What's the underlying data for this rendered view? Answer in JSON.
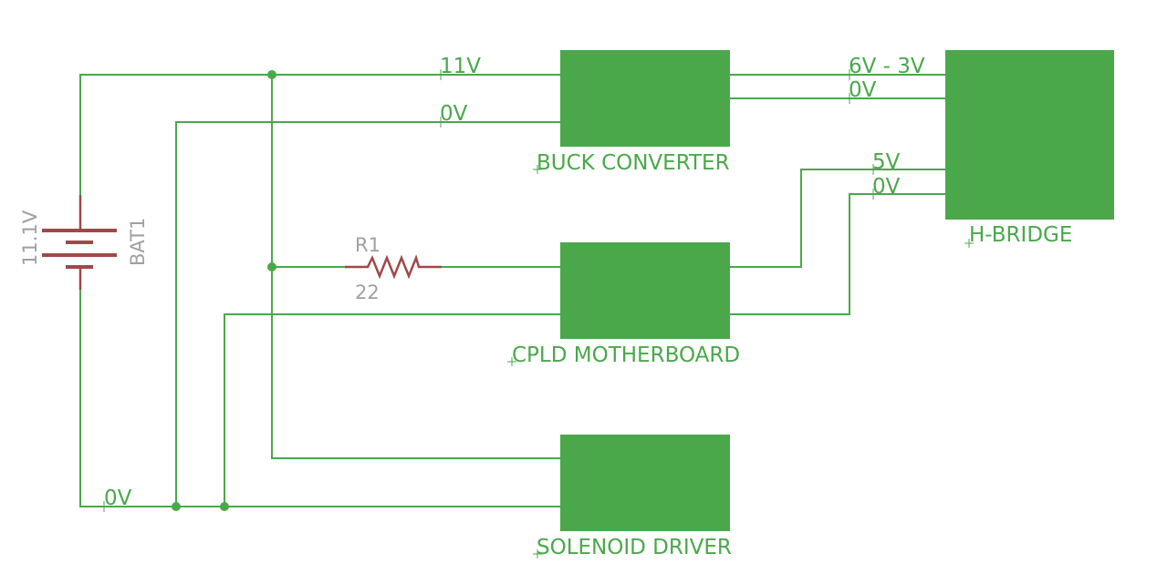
{
  "diagram": {
    "type": "electrical-schematic",
    "colors": {
      "wire": "#4aa84a",
      "block": "#4aa84a",
      "component": "#a04848",
      "component_label": "#a0a0a0"
    },
    "battery": {
      "name": "BAT1",
      "value": "11.1V"
    },
    "resistor": {
      "name": "R1",
      "value": "22"
    },
    "blocks": [
      {
        "id": "buck",
        "label": "BUCK CONVERTER"
      },
      {
        "id": "cpld",
        "label": "CPLD MOTHERBOARD"
      },
      {
        "id": "solenoid",
        "label": "SOLENOID DRIVER"
      },
      {
        "id": "hbridge",
        "label": "H-BRIDGE"
      }
    ],
    "net_labels": {
      "buck_in_pos": "11V",
      "buck_in_gnd": "0V",
      "hbridge_motor_pos": "6V - 3V",
      "hbridge_motor_gnd": "0V",
      "hbridge_logic_pos": "5V",
      "hbridge_logic_gnd": "0V",
      "ground_bus": "0V"
    }
  }
}
